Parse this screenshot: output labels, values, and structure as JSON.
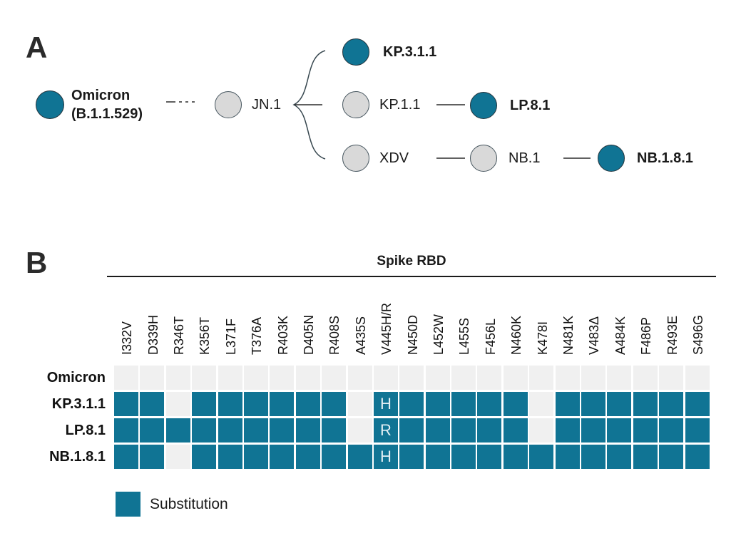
{
  "figure": {
    "panel_a": {
      "label": "A",
      "nodes": {
        "omicron_line1": "Omicron",
        "omicron_line2": "(B.1.1.529)",
        "jn1": "JN.1",
        "kp311": "KP.3.1.1",
        "kp11": "KP.1.1",
        "lp81": "LP.8.1",
        "xdv": "XDV",
        "nb1": "NB.1",
        "nb181": "NB.1.8.1"
      }
    },
    "panel_b": {
      "label": "B",
      "title": "Spike RBD",
      "legend_label": "Substitution"
    }
  },
  "chart_data": {
    "type": "heatmap",
    "title": "Spike RBD",
    "columns": [
      "I332V",
      "D339H",
      "R346T",
      "K356T",
      "L371F",
      "T376A",
      "R403K",
      "D405N",
      "R408S",
      "A435S",
      "V445H/R",
      "N450D",
      "L452W",
      "L455S",
      "F456L",
      "N460K",
      "K478I",
      "N481K",
      "V483Δ",
      "A484K",
      "F486P",
      "R493E",
      "S496G"
    ],
    "rows": [
      "Omicron",
      "KP.3.1.1",
      "LP.8.1",
      "NB.1.8.1"
    ],
    "matrix": [
      [
        0,
        0,
        0,
        0,
        0,
        0,
        0,
        0,
        0,
        0,
        0,
        0,
        0,
        0,
        0,
        0,
        0,
        0,
        0,
        0,
        0,
        0,
        0
      ],
      [
        1,
        1,
        0,
        1,
        1,
        1,
        1,
        1,
        1,
        0,
        "H",
        1,
        1,
        1,
        1,
        1,
        0,
        1,
        1,
        1,
        1,
        1,
        1
      ],
      [
        1,
        1,
        1,
        1,
        1,
        1,
        1,
        1,
        1,
        0,
        "R",
        1,
        1,
        1,
        1,
        1,
        0,
        1,
        1,
        1,
        1,
        1,
        1
      ],
      [
        1,
        1,
        0,
        1,
        1,
        1,
        1,
        1,
        1,
        1,
        "H",
        1,
        1,
        1,
        1,
        1,
        1,
        1,
        1,
        1,
        1,
        1,
        1
      ]
    ],
    "legend": [
      {
        "label": "Substitution",
        "color": "#107494"
      }
    ],
    "colors": {
      "substitution": "#107494",
      "no_substitution": "#f0f0f0"
    }
  }
}
